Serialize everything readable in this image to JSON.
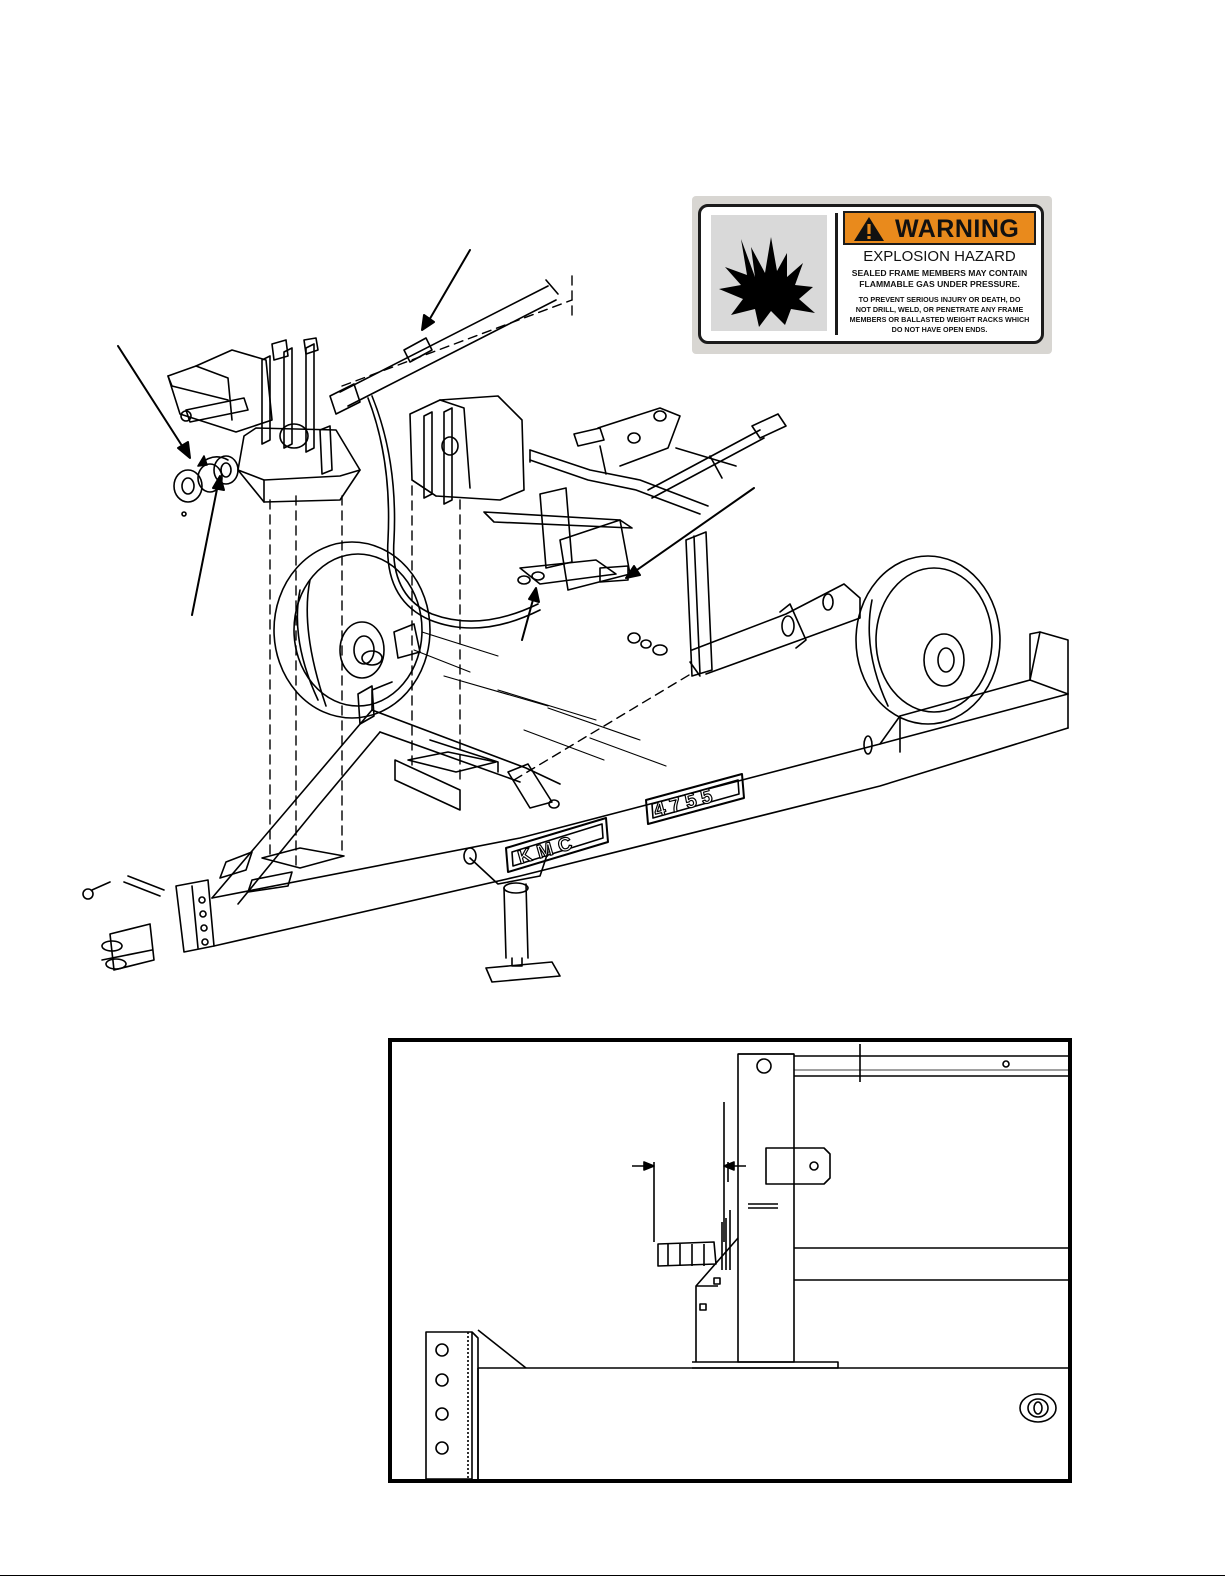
{
  "decal": {
    "signal_word": "WARNING",
    "hazard_title": "EXPLOSION HAZARD",
    "line1": "SEALED FRAME MEMBERS MAY CONTAIN",
    "line2": "FLAMMABLE GAS UNDER PRESSURE.",
    "small1": "TO PREVENT SERIOUS INJURY OR DEATH, DO",
    "small2": "NOT DRILL, WELD, OR PENETRATE ANY FRAME",
    "small3": "MEMBERS OR BALLASTED WEIGHT RACKS WHICH",
    "small4": "DO NOT HAVE OPEN ENDS.",
    "colors": {
      "header": "#e98a1c",
      "pictogram_bg": "#d9d9d9"
    },
    "icon": "explosion-pictogram"
  },
  "drawing": {
    "brand_plate": "KMC",
    "model_plate": "4755"
  }
}
